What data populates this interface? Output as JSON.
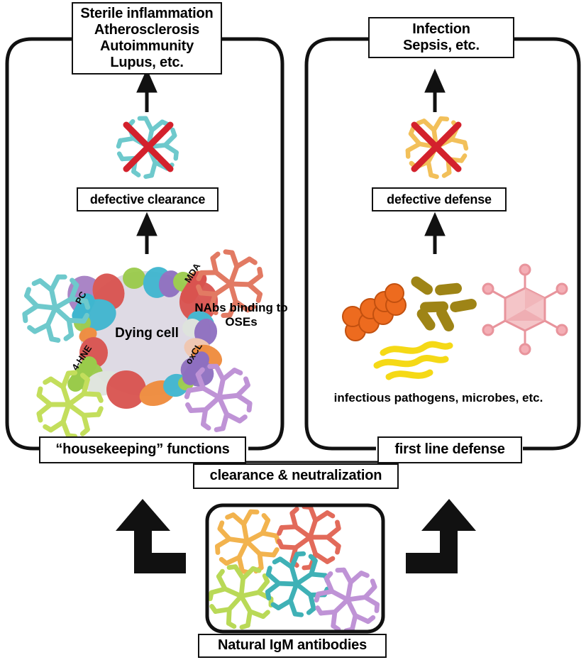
{
  "figure": {
    "title_boxes": {
      "left_outcome": "Sterile inflammation\nAtherosclerosis\nAutoimmunity\nLupus, etc.",
      "left_outcome_lines": [
        "Sterile inflammation",
        "Atherosclerosis",
        "Autoimmunity",
        "Lupus, etc."
      ],
      "right_outcome_lines": [
        "Infection",
        "Sepsis, etc."
      ]
    },
    "left_panel": {
      "defect_box": "defective clearance",
      "cell_label": "Dying cell",
      "binding_label_lines": [
        "NAbs binding to",
        "OSEs"
      ],
      "epitopes": [
        {
          "id": "pc",
          "label": "PC"
        },
        {
          "id": "mda",
          "label": "MDA"
        },
        {
          "id": "hne",
          "label": "4-HNE"
        },
        {
          "id": "oxcl",
          "label": "oxCL"
        }
      ],
      "function_box": "“housekeeping” functions"
    },
    "right_panel": {
      "defect_box": "defective defense",
      "pathogens_caption": "infectious pathogens, microbes, etc.",
      "function_box": "first line defense"
    },
    "center": {
      "bridge_box": "clearance & neutralization",
      "source_box": "Natural IgM antibodies"
    },
    "icons": {
      "up_arrow": "arrow-up-icon",
      "elbow_arrow_left": "elbow-arrow-up-left-icon",
      "elbow_arrow_right": "elbow-arrow-up-right-icon",
      "blocked_antibody": "crossed-out-igm-icon",
      "igm_pentamer": "igm-pentamer-icon",
      "cocci": "cocci-chain-icon",
      "bacilli": "bacilli-rods-icon",
      "spirochete": "spirochete-icon",
      "virus": "bacteriophage-icon"
    },
    "colors": {
      "stroke": "#111111",
      "cross_red": "#d3212c",
      "cell_body": "#dbd7e2",
      "igm_teal": "#6ec9cc",
      "igm_orange": "#f2b34e",
      "igm_coral": "#e26a5a",
      "igm_green": "#b9d957",
      "igm_purple": "#bf93d6",
      "blocked_left": "#6ec9cc",
      "blocked_right": "#f2c05a",
      "cocci_orange": "#ed6b1f",
      "bacilli_olive": "#9e8416",
      "spirochete_yellow": "#f5d916",
      "virus_pink": "#f0a8ae"
    }
  },
  "chart_data": {
    "type": "diagram",
    "title": "Natural IgM antibodies in housekeeping and first line defense",
    "nodes": [
      {
        "id": "igm",
        "label": "Natural IgM antibodies",
        "role": "source"
      },
      {
        "id": "bridge",
        "label": "clearance & neutralization",
        "role": "function"
      },
      {
        "id": "housekeeping",
        "label": "“housekeeping” functions",
        "role": "function"
      },
      {
        "id": "defense",
        "label": "first line defense",
        "role": "function"
      },
      {
        "id": "dying-cell",
        "label": "Dying cell",
        "role": "substrate"
      },
      {
        "id": "pathogens",
        "label": "infectious pathogens, microbes, etc.",
        "role": "substrate"
      },
      {
        "id": "defective-clearance",
        "label": "defective clearance",
        "role": "failure"
      },
      {
        "id": "defective-defense",
        "label": "defective defense",
        "role": "failure"
      },
      {
        "id": "sterile",
        "label": "Sterile inflammation / Atherosclerosis / Autoimmunity / Lupus, etc.",
        "role": "outcome"
      },
      {
        "id": "infection",
        "label": "Infection / Sepsis, etc.",
        "role": "outcome"
      }
    ],
    "edges": [
      {
        "from": "igm",
        "to": "housekeeping",
        "style": "elbow-arrow"
      },
      {
        "from": "igm",
        "to": "defense",
        "style": "elbow-arrow"
      },
      {
        "from": "dying-cell",
        "to": "defective-clearance",
        "style": "arrow-up"
      },
      {
        "from": "defective-clearance",
        "to": "sterile",
        "style": "arrow-up"
      },
      {
        "from": "pathogens",
        "to": "defective-defense",
        "style": "arrow-up"
      },
      {
        "from": "defective-defense",
        "to": "infection",
        "style": "arrow-up"
      }
    ]
  }
}
